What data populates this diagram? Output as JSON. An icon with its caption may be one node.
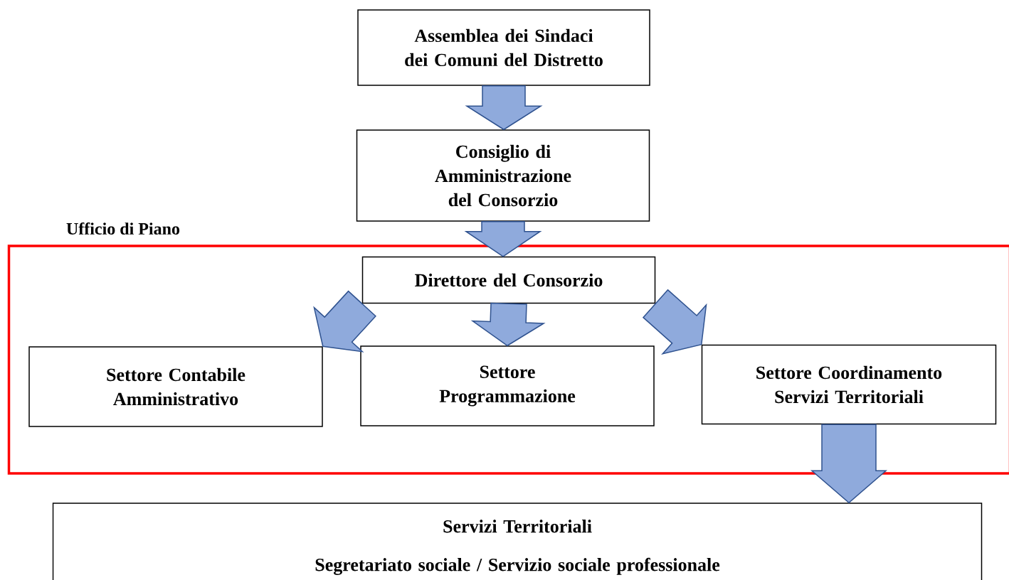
{
  "diagram": {
    "nodes": [
      {
        "text": [
          "Assemblea dei Sindaci dei Comuni del Distretto"
        ]
      },
      {
        "text": [
          "Consiglio di Amministrazione del Consorzio"
        ]
      },
      {
        "text": [
          "Ufficio di Piano"
        ]
      },
      {
        "text": [
          "Direttore del Consorzio"
        ],
        "in": 2
      },
      {
        "text": [
          "Settore Contabile Amministrativo"
        ],
        "in": 2
      },
      {
        "text": [
          "Settore Programmazione"
        ],
        "in": 2
      },
      {
        "text": [
          "Settore Coordinamento Servizi Territoriali"
        ],
        "in": 2
      },
      {
        "text": [
          "Servizi Territoriali",
          "Segretariato sociale / Servizio sociale professionale"
        ]
      }
    ],
    "edges": [
      {
        "from": 0,
        "to": 1,
        "arrow": "to"
      },
      {
        "from": 1,
        "to": 3,
        "arrow": "to"
      },
      {
        "from": 3,
        "to": 4,
        "arrow": "to"
      },
      {
        "from": 3,
        "to": 5,
        "arrow": "to"
      },
      {
        "from": 3,
        "to": 6,
        "arrow": "to"
      },
      {
        "from": 6,
        "to": 7,
        "arrow": "to"
      }
    ]
  }
}
